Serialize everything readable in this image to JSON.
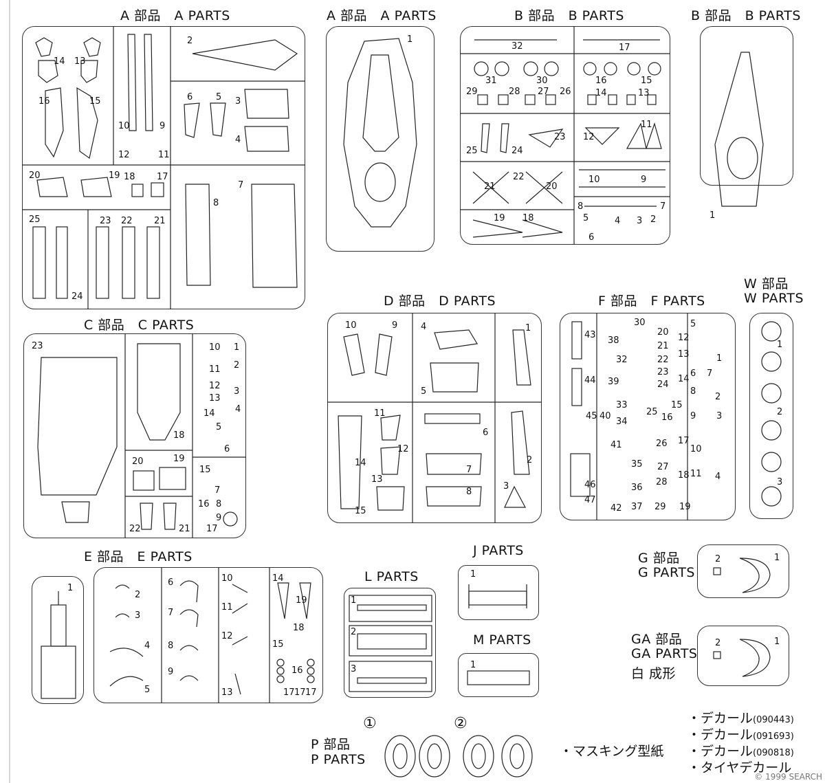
{
  "sections": {
    "a_left": {
      "title": "A 部品　A PARTS",
      "parts": [
        "14",
        "13",
        "16",
        "15",
        "10",
        "9",
        "12",
        "11",
        "2",
        "6",
        "5",
        "3",
        "4",
        "20",
        "19",
        "18",
        "17",
        "7",
        "8",
        "25",
        "23",
        "22",
        "21",
        "24"
      ]
    },
    "a_right": {
      "title": "A 部品　A PARTS",
      "parts": [
        "1"
      ]
    },
    "b_left": {
      "title": "B 部品　B PARTS",
      "parts": [
        "32",
        "17",
        "31",
        "30",
        "16",
        "14",
        "13",
        "15",
        "29",
        "28",
        "27",
        "26",
        "25",
        "24",
        "23",
        "12",
        "11",
        "22",
        "21",
        "20",
        "10",
        "9",
        "19",
        "18",
        "8",
        "7",
        "5",
        "6",
        "4",
        "3",
        "2"
      ]
    },
    "b_right": {
      "title": "B 部品　B PARTS",
      "parts": [
        "1"
      ]
    },
    "c": {
      "title": "C 部品　C PARTS",
      "parts": [
        "23",
        "10",
        "1",
        "11",
        "2",
        "12",
        "13",
        "3",
        "14",
        "4",
        "5",
        "6",
        "18",
        "20",
        "19",
        "15",
        "7",
        "16",
        "8",
        "9",
        "17",
        "22",
        "21"
      ]
    },
    "d": {
      "title": "D 部品　D PARTS",
      "parts": [
        "10",
        "9",
        "4",
        "1",
        "5",
        "11",
        "6",
        "12",
        "14",
        "7",
        "2",
        "13",
        "15",
        "8",
        "3"
      ]
    },
    "f": {
      "title": "F 部品　F PARTS",
      "parts": [
        "43",
        "38",
        "30",
        "5",
        "20",
        "12",
        "21",
        "22",
        "23",
        "24",
        "44",
        "39",
        "32",
        "1",
        "13",
        "14",
        "6",
        "7",
        "8",
        "33",
        "45",
        "40",
        "34",
        "25",
        "15",
        "16",
        "9",
        "3",
        "41",
        "26",
        "17",
        "10",
        "35",
        "27",
        "18",
        "11",
        "4",
        "46",
        "47",
        "36",
        "28",
        "42",
        "37",
        "29",
        "19",
        "2"
      ]
    },
    "w": {
      "title_line1": "W 部品",
      "title_line2": "W PARTS",
      "parts": [
        "1",
        "2",
        "3"
      ]
    },
    "e": {
      "title": "E 部品　E PARTS",
      "parts": [
        "1",
        "2",
        "3",
        "4",
        "5",
        "6",
        "7",
        "8",
        "9",
        "10",
        "11",
        "12",
        "13",
        "14",
        "19",
        "18",
        "15",
        "16",
        "17",
        "17",
        "17"
      ]
    },
    "l": {
      "title": "L PARTS",
      "parts": [
        "1",
        "2",
        "3"
      ]
    },
    "j": {
      "title": "J PARTS",
      "parts": [
        "1"
      ]
    },
    "m": {
      "title": "M PARTS",
      "parts": [
        "1"
      ]
    },
    "g": {
      "title_line1": "G 部品",
      "title_line2": "G PARTS",
      "parts": [
        "2",
        "1"
      ]
    },
    "ga": {
      "title_line1": "GA 部品",
      "title_line2": "GA PARTS",
      "title_line3": "白 成形",
      "parts": [
        "2",
        "1"
      ]
    },
    "p": {
      "title_line1": "P 部品",
      "title_line2": "P PARTS",
      "circle1": "①",
      "circle2": "②"
    }
  },
  "notes": [
    {
      "label": "・デカール",
      "code": "(090443)"
    },
    {
      "label": "・デカール",
      "code": "(091693)"
    },
    {
      "label": "・デカール",
      "code": "(090818)"
    },
    {
      "label": "・タイヤデカール",
      "code": ""
    }
  ],
  "masking_note": "・マスキング型紙",
  "watermark": "© 1999 SEARCH"
}
